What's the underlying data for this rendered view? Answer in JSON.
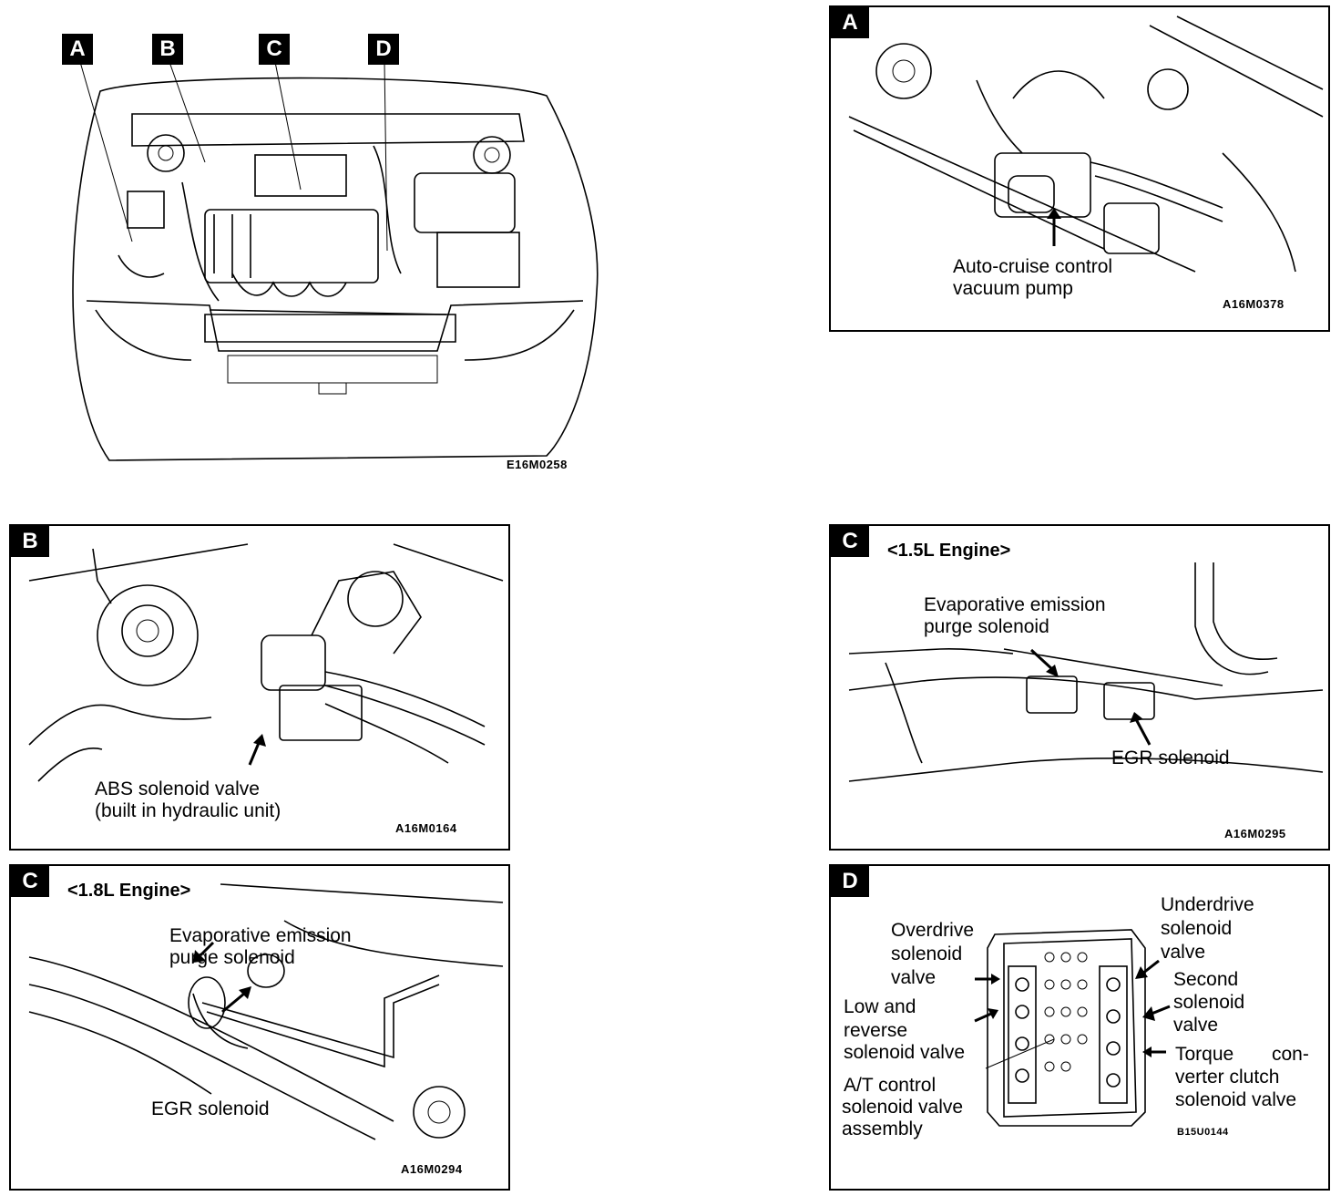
{
  "overview": {
    "tags": [
      "A",
      "B",
      "C",
      "D"
    ],
    "code": "E16M0258"
  },
  "panel_a": {
    "badge": "A",
    "label": [
      "Auto-cruise control",
      "vacuum pump"
    ],
    "code": "A16M0378"
  },
  "panel_b": {
    "badge": "B",
    "label": [
      "ABS solenoid valve",
      "(built in hydraulic unit)"
    ],
    "code": "A16M0164"
  },
  "panel_c15": {
    "badge": "C",
    "header": "<1.5L Engine>",
    "evap_label": [
      "Evaporative emission",
      "purge solenoid"
    ],
    "egr_label": "EGR solenoid",
    "code": "A16M0295"
  },
  "panel_c18": {
    "badge": "C",
    "header": "<1.8L Engine>",
    "evap_label": [
      "Evaporative emission",
      "purge solenoid"
    ],
    "egr_label": "EGR solenoid",
    "code": "A16M0294"
  },
  "panel_d": {
    "badge": "D",
    "overdrive": [
      "Overdrive",
      "solenoid",
      "valve"
    ],
    "underdrive": [
      "Underdrive",
      "solenoid",
      "valve"
    ],
    "second": [
      "Second",
      "solenoid",
      "valve"
    ],
    "low_reverse": [
      "Low and",
      "reverse",
      "solenoid valve"
    ],
    "torque": [
      "Torque",
      "con-",
      "verter clutch",
      "solenoid valve"
    ],
    "at_control": [
      "A/T control",
      "solenoid valve",
      "assembly"
    ],
    "code": "B15U0144"
  }
}
